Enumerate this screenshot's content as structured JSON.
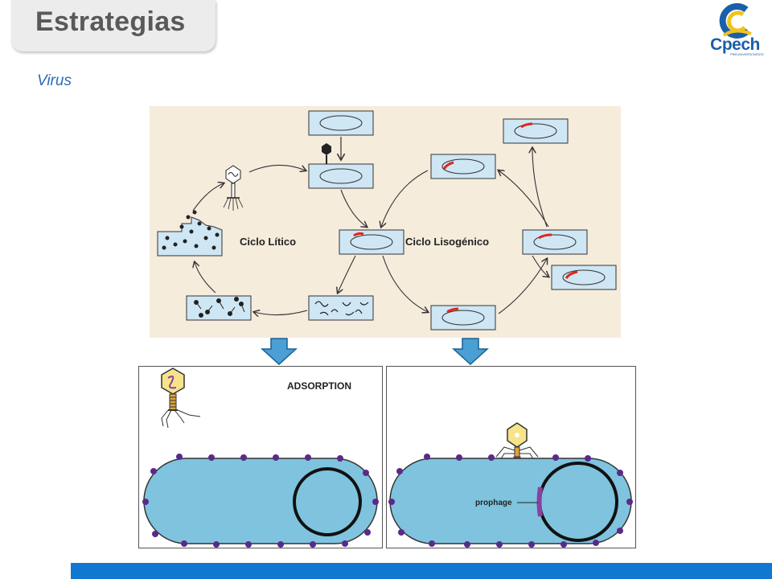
{
  "header": {
    "title": "Estrategias",
    "subtitle": "Virus"
  },
  "logo": {
    "text": "Cpech",
    "tagline": "PREUNIVERSITARIOS"
  },
  "cycle_diagram": {
    "lytic_label": "Ciclo Lítico",
    "lysogenic_label": "Ciclo Lisogénico"
  },
  "adsorption_panel": {
    "label": "ADSORPTION"
  },
  "prophage_panel": {
    "label": "prophage"
  },
  "colors": {
    "accent_blue": "#1178d1",
    "cell_blue": "#7fc3de",
    "prophage_purple": "#8b3fa0",
    "viral_dna_red": "#e0241b"
  }
}
